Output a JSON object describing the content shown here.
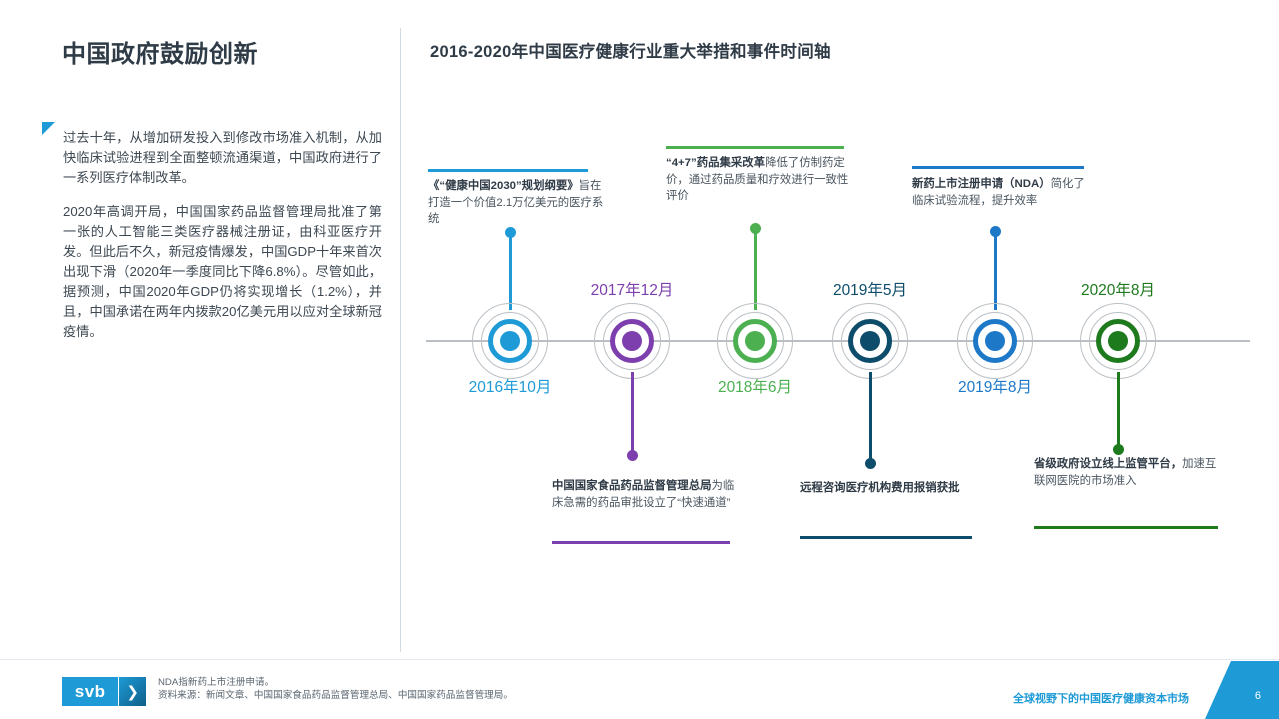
{
  "page": {
    "title": "中国政府鼓励创新",
    "number": "6"
  },
  "intro": {
    "paragraphs": [
      "过去十年，从增加研发投入到修改市场准入机制，从加快临床试验进程到全面整顿流通渠道，中国政府进行了一系列医疗体制改革。",
      "2020年高调开局，中国国家药品监督管理局批准了第一张的人工智能三类医疗器械注册证，由科亚医疗开发。但此后不久，新冠疫情爆发，中国GDP十年来首次出现下滑（2020年一季度同比下降6.8%）。尽管如此，据预测，中国2020年GDP仍将实现增长（1.2%），并且，中国承诺在两年内拨款20亿美元用以应对全球新冠疫情。"
    ]
  },
  "timeline": {
    "title": "2016-2020年中国医疗健康行业重大举措和事件时间轴",
    "events": [
      {
        "month_label": "2016年10月",
        "position": "below",
        "callout_position": "above",
        "color": "#1e9ad6",
        "lead": "《“健康中国2030”规划纲要》",
        "body": "旨在打造一个价值2.1万亿美元的医疗系统"
      },
      {
        "month_label": "2017年12月",
        "position": "above",
        "callout_position": "below",
        "color": "#7martin",
        "color_hex": "#7d3fad",
        "lead": "中国国家食品药品监督管理总局",
        "body": "为临床急需的药品审批设立了“快速通道”"
      },
      {
        "month_label": "2018年6月",
        "position": "below",
        "callout_position": "above",
        "color": "#4caf50",
        "lead": "“4+7”药品集采改革",
        "body": "降低了仿制药定价，通过药品质量和疗效进行一致性评价"
      },
      {
        "month_label": "2019年5月",
        "position": "above",
        "callout_position": "below",
        "color": "#0d4d6b",
        "lead": "远程咨询医疗机构费用报销获批",
        "body": ""
      },
      {
        "month_label": "2019年8月",
        "position": "below",
        "callout_position": "above",
        "color": "#1e78c8",
        "lead": "新药上市注册申请（NDA）",
        "body": "简化了临床试验流程，提升效率"
      },
      {
        "month_label": "2020年8月",
        "position": "above",
        "callout_position": "below",
        "color": "#1d7a1d",
        "lead": "省级政府设立线上监管平台，",
        "body": "加速互联网医院的市场准入"
      }
    ]
  },
  "footer": {
    "footnote_1": "NDA指新药上市注册申请。",
    "footnote_2": "资料来源：新闻文章、中国国家食品药品监督管理总局、中国国家药品监督管理局。",
    "logo_word": "svb",
    "logo_chevron": "❯",
    "doc_title": "全球视野下的中国医疗健康资本市场"
  },
  "colors": {
    "brand_blue": "#1e9ad6",
    "heading": "#2f3b46",
    "body_text": "#4a555f",
    "axis_gray": "#b9bfc4"
  }
}
